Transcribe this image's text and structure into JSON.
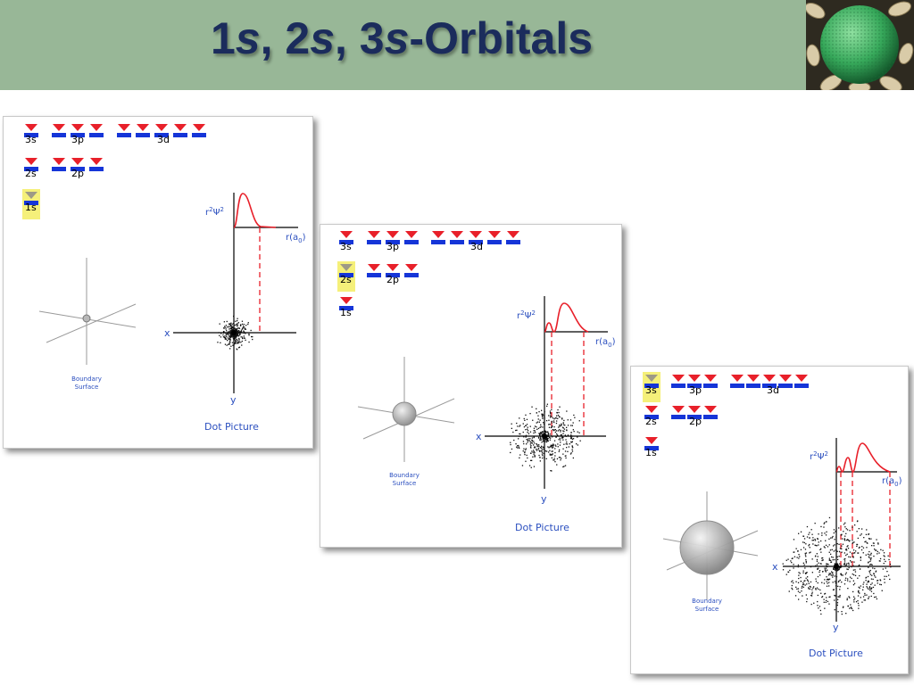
{
  "slide": {
    "title_parts": [
      "1",
      "s",
      ", 2",
      "s",
      ", 3",
      "s",
      "-Orbitals"
    ]
  },
  "colors": {
    "header_bg": "#98b797",
    "title": "#1b2c5c",
    "electron_marker": "#e8202a",
    "orbital_bar": "#1535d8",
    "highlight": "#f5f07a",
    "axis_label": "#2b4fbf",
    "curve": "#e8202a"
  },
  "panels": [
    {
      "id": "1s",
      "shell_labels": {
        "s3": "3s",
        "p3": "3p",
        "d3": "3d",
        "s2": "2s",
        "p2": "2p",
        "s1": "1s"
      },
      "highlighted": "1s",
      "y_label_base": "r",
      "y_label_exp1": "2",
      "y_label_psi": "Ψ",
      "y_label_exp2": "2",
      "x_label_base": "r(a",
      "x_label_sub": "0",
      "x_label_close": ")",
      "axis_x": "x",
      "axis_y": "y",
      "boundary_line1": "Boundary",
      "boundary_line2": "Surface",
      "dot_caption": "Dot Picture"
    },
    {
      "id": "2s",
      "shell_labels": {
        "s3": "3s",
        "p3": "3p",
        "d3": "3d",
        "s2": "2s",
        "p2": "2p",
        "s1": "1s"
      },
      "highlighted": "2s",
      "y_label_base": "r",
      "y_label_exp1": "2",
      "y_label_psi": "Ψ",
      "y_label_exp2": "2",
      "x_label_base": "r(a",
      "x_label_sub": "0",
      "x_label_close": ")",
      "axis_x": "x",
      "axis_y": "y",
      "boundary_line1": "Boundary",
      "boundary_line2": "Surface",
      "dot_caption": "Dot Picture"
    },
    {
      "id": "3s",
      "shell_labels": {
        "s3": "3s",
        "p3": "3p",
        "d3": "3d",
        "s2": "2s",
        "p2": "2p",
        "s1": "1s"
      },
      "highlighted": "3s",
      "y_label_base": "r",
      "y_label_exp1": "2",
      "y_label_psi": "Ψ",
      "y_label_exp2": "2",
      "x_label_base": "r(a",
      "x_label_sub": "0",
      "x_label_close": ")",
      "axis_x": "x",
      "axis_y": "y",
      "boundary_line1": "Boundary",
      "boundary_line2": "Surface",
      "dot_caption": "Dot Picture"
    }
  ]
}
